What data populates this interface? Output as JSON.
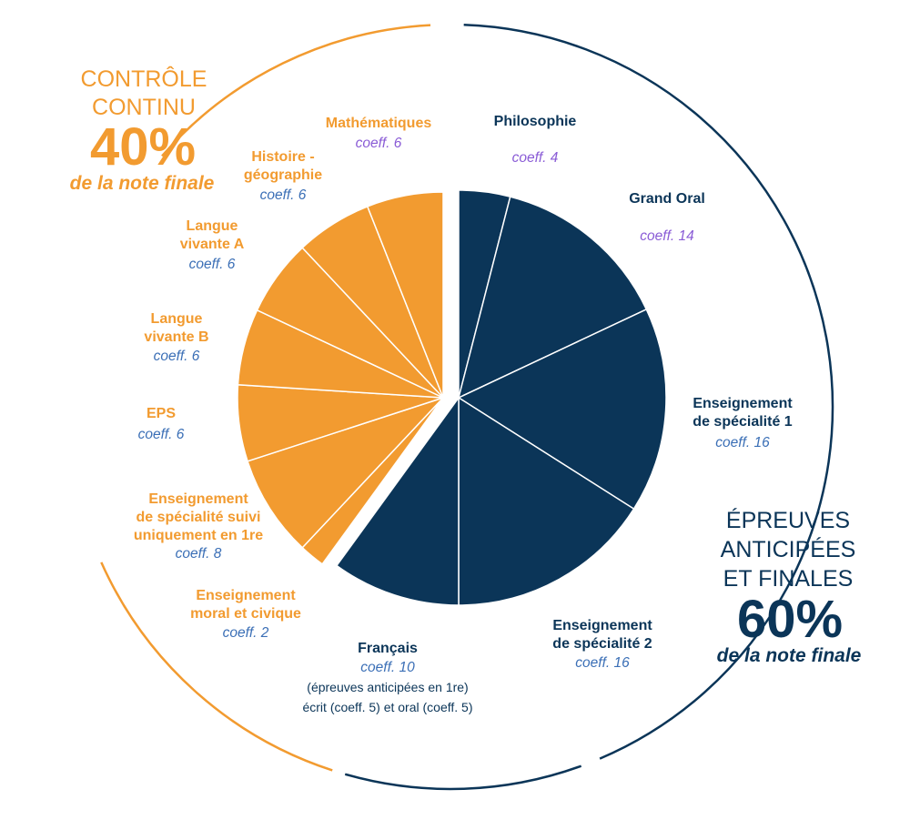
{
  "chart_data": {
    "type": "pie",
    "groups": [
      {
        "id": "continu",
        "title_lines": [
          "CONTRÔLE",
          "CONTINU"
        ],
        "percent": "40%",
        "subtitle": "de la note finale",
        "color": "#f29b30"
      },
      {
        "id": "epreuves",
        "title_lines": [
          "ÉPREUVES",
          "ANTICIPÉES",
          "ET FINALES"
        ],
        "percent": "60%",
        "subtitle": "de la note finale",
        "color": "#0b3558"
      }
    ],
    "slices": [
      {
        "label_lines": [
          "Philosophie"
        ],
        "coeff_text": "coeff. 4",
        "value": 4,
        "group": "epreuves"
      },
      {
        "label_lines": [
          "Grand Oral"
        ],
        "coeff_text": "coeff. 14",
        "value": 14,
        "group": "epreuves"
      },
      {
        "label_lines": [
          "Enseignement",
          "de spécialité 1"
        ],
        "coeff_text": "coeff. 16",
        "value": 16,
        "group": "epreuves"
      },
      {
        "label_lines": [
          "Enseignement",
          "de spécialité 2"
        ],
        "coeff_text": "coeff. 16",
        "value": 16,
        "group": "epreuves"
      },
      {
        "label_lines": [
          "Français"
        ],
        "coeff_text": "coeff. 10",
        "value": 10,
        "group": "epreuves",
        "note_lines": [
          "(épreuves anticipées en 1re)",
          "écrit (coeff. 5) et oral (coeff. 5)"
        ]
      },
      {
        "label_lines": [
          "Enseignement",
          "moral et civique"
        ],
        "coeff_text": "coeff. 2",
        "value": 2,
        "group": "continu"
      },
      {
        "label_lines": [
          "Enseignement",
          "de spécialité suivi",
          "uniquement en 1re"
        ],
        "coeff_text": "coeff. 8",
        "value": 8,
        "group": "continu"
      },
      {
        "label_lines": [
          "EPS"
        ],
        "coeff_text": "coeff. 6",
        "value": 6,
        "group": "continu"
      },
      {
        "label_lines": [
          "Langue",
          "vivante B"
        ],
        "coeff_text": "coeff. 6",
        "value": 6,
        "group": "continu"
      },
      {
        "label_lines": [
          "Langue",
          "vivante A"
        ],
        "coeff_text": "coeff. 6",
        "value": 6,
        "group": "continu"
      },
      {
        "label_lines": [
          "Histoire -",
          "géographie"
        ],
        "coeff_text": "coeff. 6",
        "value": 6,
        "group": "continu"
      },
      {
        "label_lines": [
          "Mathématiques"
        ],
        "coeff_text": "coeff. 6",
        "value": 6,
        "group": "continu"
      }
    ]
  },
  "colors": {
    "continu": "#f29b30",
    "epreuves": "#0b3558",
    "coeff_purple": "#8a5cd6",
    "coeff_blue": "#3b6fb6"
  }
}
